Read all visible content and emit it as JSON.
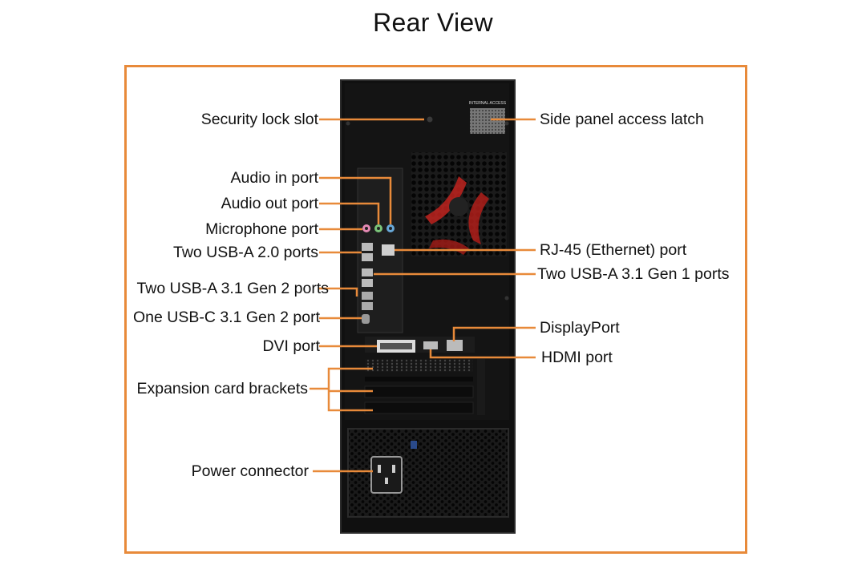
{
  "title": "Rear View",
  "accent_color": "#e88a3a",
  "tower_panel_text": "INTERNAL ACCESS",
  "labels": {
    "security_lock_slot": "Security lock slot",
    "audio_in_port": "Audio in port",
    "audio_out_port": "Audio out port",
    "microphone_port": "Microphone port",
    "usb_a_20_ports": "Two USB-A 2.0 ports",
    "usb_a_31_gen2_ports": "Two USB-A 3.1 Gen 2 ports",
    "usb_c_31_gen2_port": "One USB-C 3.1 Gen 2 port",
    "dvi_port": "DVI port",
    "expansion_card_brackets": "Expansion card brackets",
    "power_connector": "Power connector",
    "side_panel_access_latch": "Side panel access latch",
    "rj45_port": "RJ-45 (Ethernet) port",
    "usb_a_31_gen1_ports": "Two USB-A 3.1 Gen 1 ports",
    "displayport": "DisplayPort",
    "hdmi_port": "HDMI port"
  }
}
